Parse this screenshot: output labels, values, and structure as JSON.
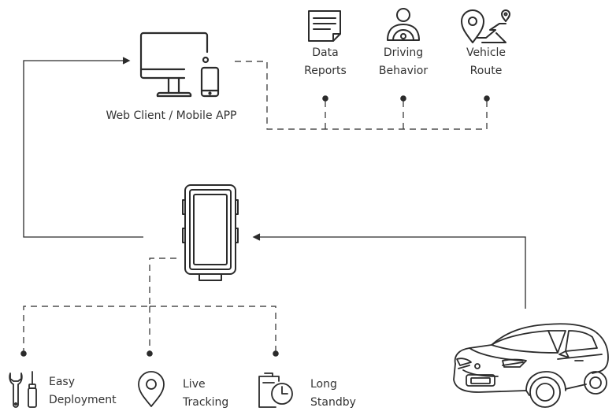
{
  "client": {
    "label": "Web Client / Mobile APP"
  },
  "outputs": [
    {
      "line1": "Data",
      "line2": "Reports",
      "icon": "document-icon"
    },
    {
      "line1": "Driving",
      "line2": "Behavior",
      "icon": "driver-icon"
    },
    {
      "line1": "Vehicle",
      "line2": "Route",
      "icon": "map-route-icon"
    }
  ],
  "features": [
    {
      "line1": "Easy",
      "line2": "Deployment",
      "icon": "tools-icon"
    },
    {
      "line1": "Live",
      "line2": "Tracking",
      "icon": "location-pin-icon"
    },
    {
      "line1": "Long",
      "line2": "Standby",
      "icon": "battery-clock-icon"
    }
  ],
  "colors": {
    "stroke": "#2b2b2b",
    "text": "#333333"
  }
}
